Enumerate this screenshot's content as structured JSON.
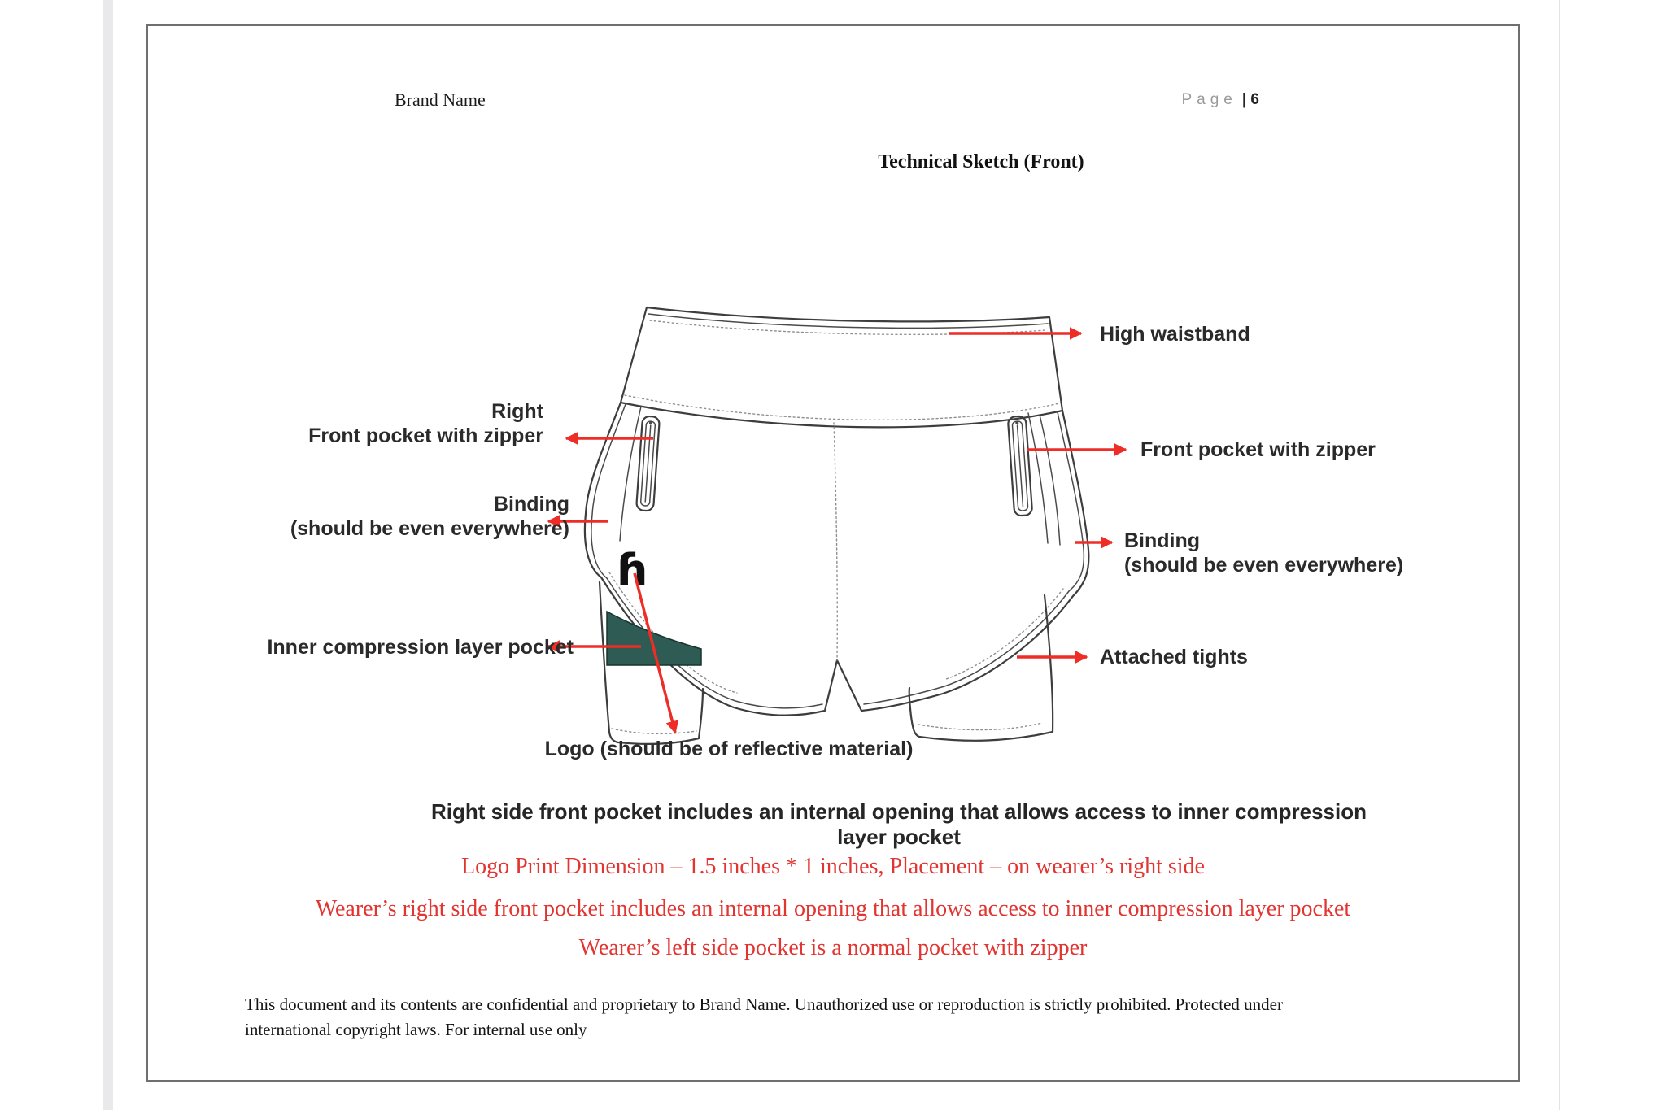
{
  "header": {
    "brand": "Brand Name",
    "page_label": "Page",
    "page_number": "| 6"
  },
  "title": "Technical Sketch (Front)",
  "sketch": {
    "logo_glyph": "ɦ",
    "labels": {
      "high_waistband": "High waistband",
      "right_front_pocket_l1": "Right",
      "right_front_pocket_l2": "Front pocket with zipper",
      "binding_left_l1": "Binding",
      "binding_left_l2": "(should be even everywhere)",
      "inner_compression": "Inner compression layer pocket",
      "front_pocket_right": "Front pocket with zipper",
      "binding_right_l1": "Binding",
      "binding_right_l2": "(should be even everywhere)",
      "attached_tights": "Attached tights",
      "logo_note": "Logo (should be of reflective material)"
    },
    "colors": {
      "arrow_red": "#ee2d26",
      "patch_teal": "#2e5b53",
      "patch_border": "#16342e",
      "outline": "#3d3d3d"
    }
  },
  "notes": {
    "caption": "Right side front pocket includes an internal opening that allows access to inner compression layer pocket",
    "red_lines": [
      "Logo Print Dimension – 1.5 inches * 1 inches, Placement – on wearer’s right side",
      "Wearer’s right side front pocket includes an internal opening that allows access to inner compression layer pocket",
      "Wearer’s left side pocket is a normal pocket with zipper"
    ]
  },
  "footer": {
    "line1": "This document and its contents are confidential and proprietary to Brand Name. Unauthorized use or reproduction is strictly prohibited. Protected under",
    "line2": "international copyright laws. For internal use only"
  }
}
